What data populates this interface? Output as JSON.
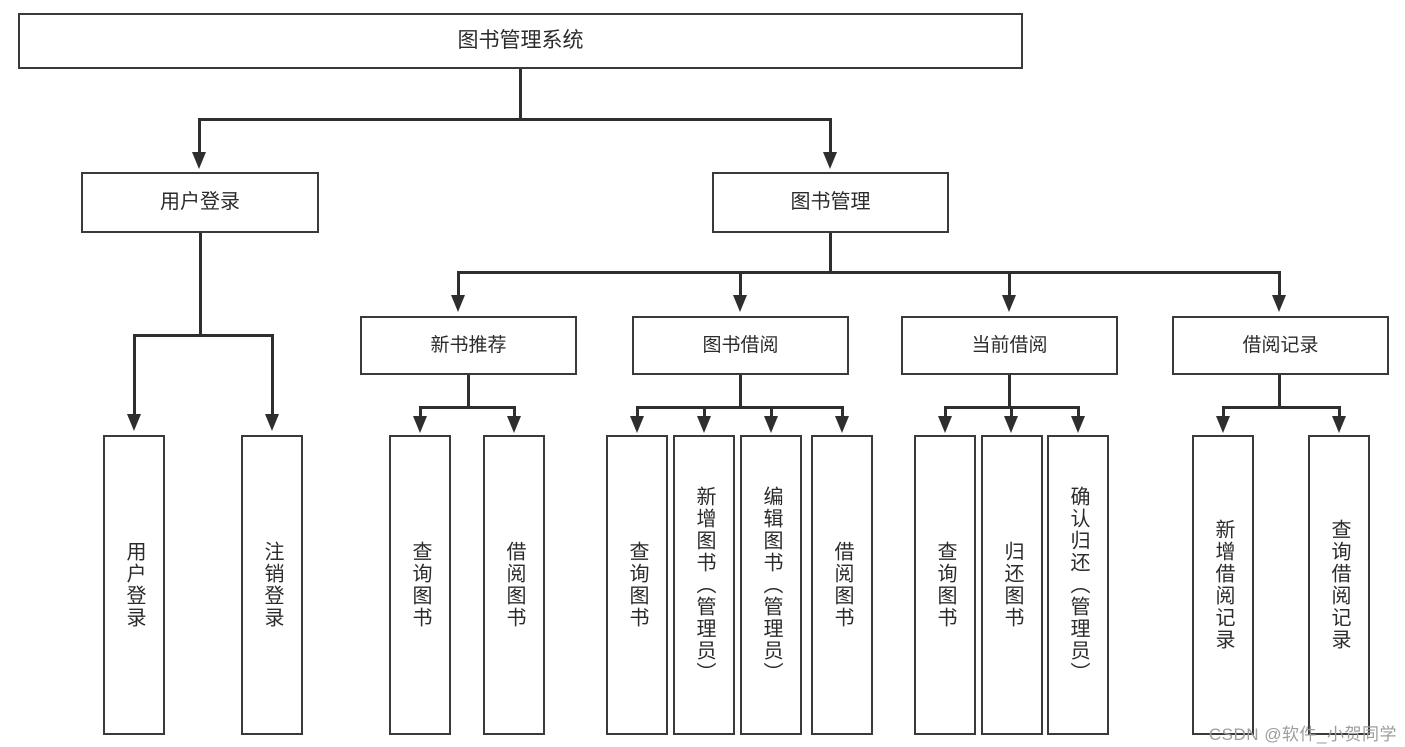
{
  "diagram": {
    "type": "hierarchy-tree",
    "title": "图书管理系统",
    "watermark": "CSDN @软件_小贺同学",
    "colors": {
      "box_border": "#3a3a3a",
      "box_fill": "#ffffff",
      "connector": "#2e2e2e",
      "text": "#2b2b2b",
      "watermark": "#9d9d9d",
      "background": "#ffffff"
    },
    "root": {
      "label": "图书管理系统"
    },
    "level1": [
      {
        "id": "user-login",
        "label": "用户登录"
      },
      {
        "id": "book-manage",
        "label": "图书管理"
      }
    ],
    "level2": [
      {
        "id": "new-book-rec",
        "label": "新书推荐"
      },
      {
        "id": "book-borrow",
        "label": "图书借阅"
      },
      {
        "id": "current-borrow",
        "label": "当前借阅"
      },
      {
        "id": "borrow-record",
        "label": "借阅记录"
      }
    ],
    "leaves": {
      "user_login": [
        {
          "id": "leaf-user-login",
          "label": "用户登录"
        },
        {
          "id": "leaf-logout",
          "label": "注销登录"
        }
      ],
      "new_book_rec": [
        {
          "id": "leaf-query-book-1",
          "label": "查询图书"
        },
        {
          "id": "leaf-borrow-book-1",
          "label": "借阅图书"
        }
      ],
      "book_borrow": [
        {
          "id": "leaf-query-book-2",
          "label": "查询图书"
        },
        {
          "id": "leaf-add-book",
          "label": "新增图书（管理员）"
        },
        {
          "id": "leaf-edit-book",
          "label": "编辑图书（管理员）"
        },
        {
          "id": "leaf-borrow-book-2",
          "label": "借阅图书"
        }
      ],
      "current_borrow": [
        {
          "id": "leaf-query-book-3",
          "label": "查询图书"
        },
        {
          "id": "leaf-return-book",
          "label": "归还图书"
        },
        {
          "id": "leaf-confirm-return",
          "label": "确认归还（管理员）"
        }
      ],
      "borrow_record": [
        {
          "id": "leaf-add-record",
          "label": "新增借阅记录"
        },
        {
          "id": "leaf-query-record",
          "label": "查询借阅记录"
        }
      ]
    }
  }
}
